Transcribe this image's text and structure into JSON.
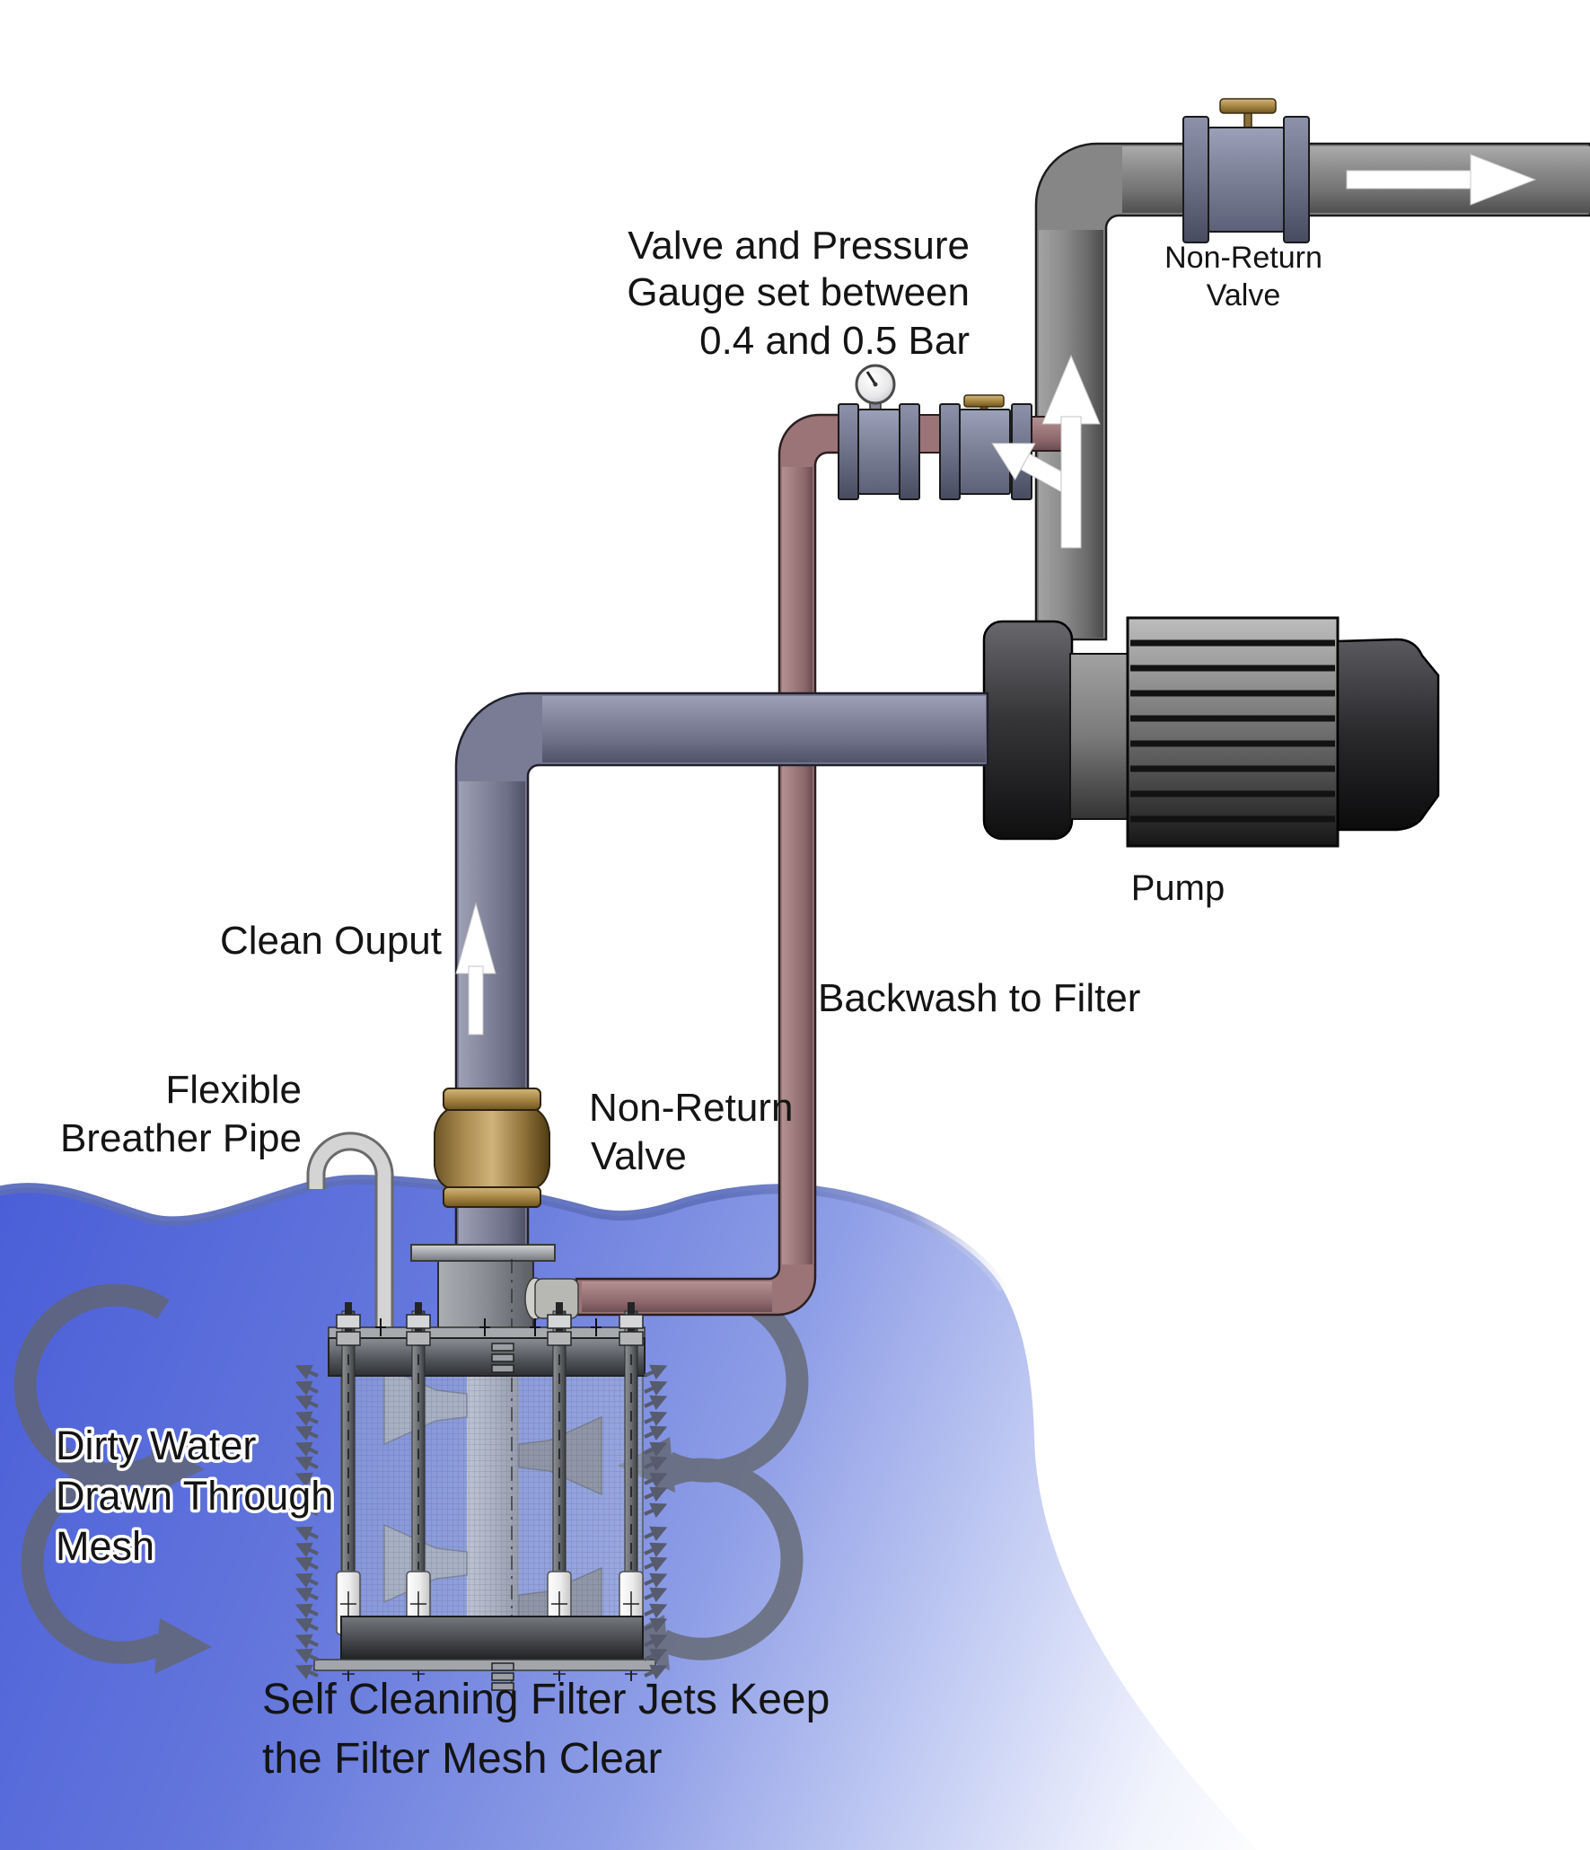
{
  "title": "Self Cleaning Filter System Diagram",
  "labels": {
    "valve_gauge_line1": "Valve and Pressure",
    "valve_gauge_line2": "Gauge set between",
    "valve_gauge_line3": "0.4 and 0.5 Bar",
    "nonreturn_top_line1": "Non-Return",
    "nonreturn_top_line2": "Valve",
    "pump": "Pump",
    "clean_output": "Clean Ouput",
    "backwash": "Backwash to Filter",
    "breather_line1": "Flexible",
    "breather_line2": "Breather Pipe",
    "nonreturn_lower_line1": "Non-Return",
    "nonreturn_lower_line2": "Valve",
    "dirty_line1": "Dirty Water",
    "dirty_line2": "Drawn Through",
    "dirty_line3": "Mesh",
    "selfclean_line1": "Self Cleaning Filter Jets Keep",
    "selfclean_line2": "the Filter Mesh Clear"
  },
  "icons": {
    "pressure_gauge": "round-dial-gauge",
    "flow_arrow": "white-flow-arrow",
    "swirl_arrow": "curved-suction-arrow",
    "jet_arrow": "small-double-chevron"
  },
  "colors": {
    "pipe_gray": "#858585",
    "pipe_slate": "#7a7c95",
    "pipe_backwash": "#9b7478",
    "valve_body": "#7d8299",
    "brass": "#a98a4e",
    "water_deep": "#4a5ed8",
    "water_light": "#c6cff4",
    "flow_arrow": "#ffffff"
  }
}
